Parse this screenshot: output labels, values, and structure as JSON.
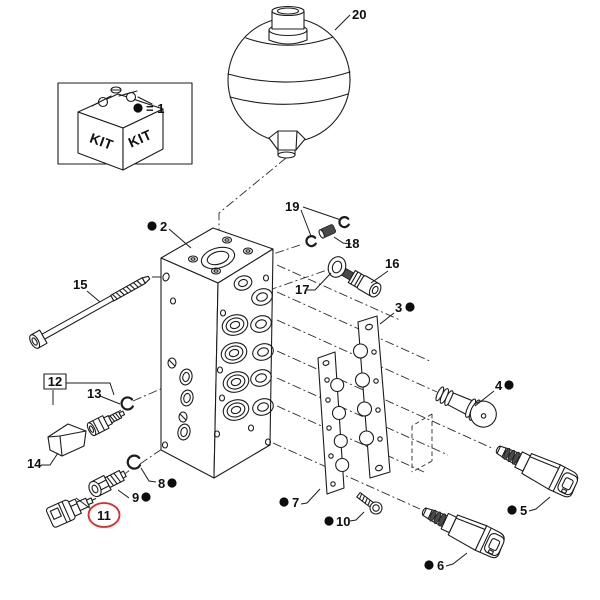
{
  "legend": {
    "kit_text_left": "KIT",
    "kit_text_right": "KIT",
    "equals_label": "= 1"
  },
  "callouts": {
    "c2": "2",
    "c3": "3",
    "c4": "4",
    "c5": "5",
    "c6": "6",
    "c7": "7",
    "c8": "8",
    "c9": "9",
    "c10": "10",
    "c11": "11",
    "c12": "12",
    "c13": "13",
    "c14": "14",
    "c15": "15",
    "c16": "16",
    "c17": "17",
    "c18": "18",
    "c19": "19",
    "c20": "20"
  },
  "highlight": {
    "circled_callout": "11"
  },
  "colors": {
    "line": "#1c1c1c",
    "highlight_red": "#dd2b27",
    "background": "#ffffff",
    "dark_fill": "#4a4a4a"
  }
}
